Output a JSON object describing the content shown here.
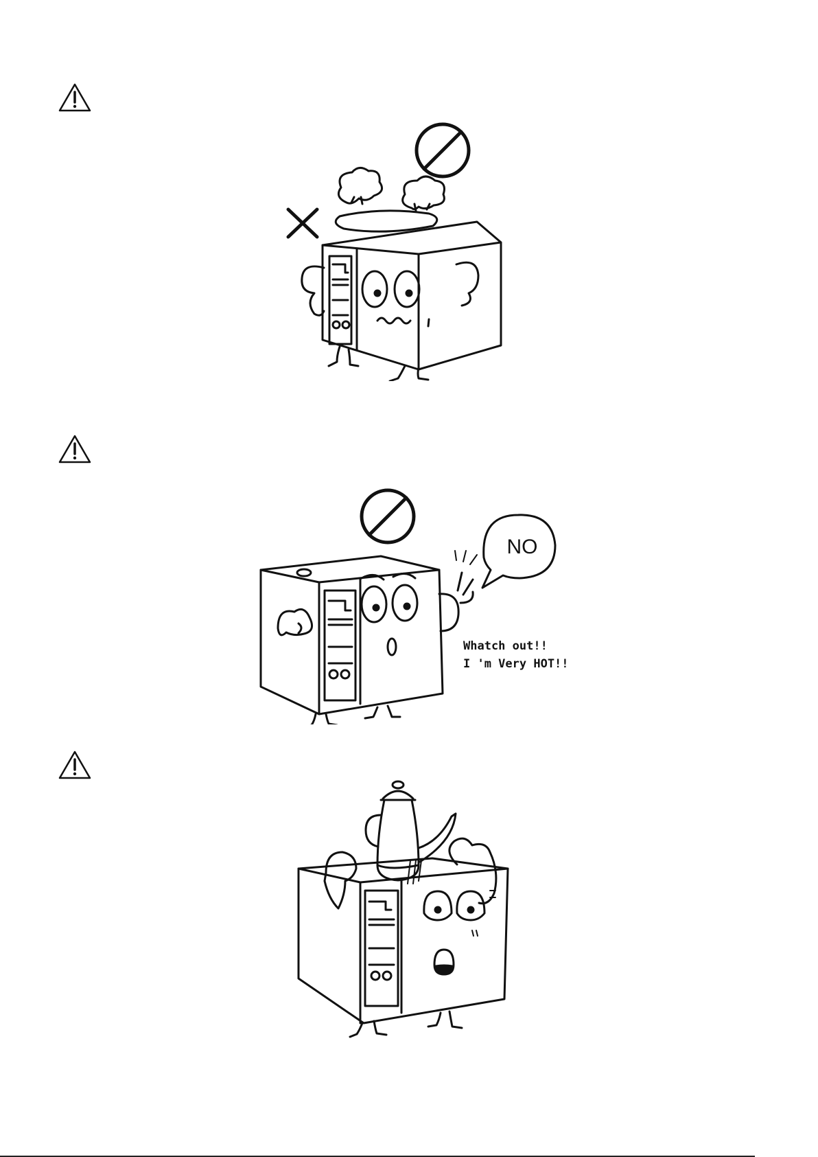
{
  "icons": {
    "warning": "warning-triangle-icon",
    "prohibited": "prohibited-icon",
    "cross": "cross-mark-icon"
  },
  "panel2": {
    "speech_bubble": "NO",
    "caption_line1": "Whatch out!!",
    "caption_line2": "I 'm Very HOT!!"
  },
  "colors": {
    "ink": "#111111",
    "paper": "#ffffff"
  }
}
